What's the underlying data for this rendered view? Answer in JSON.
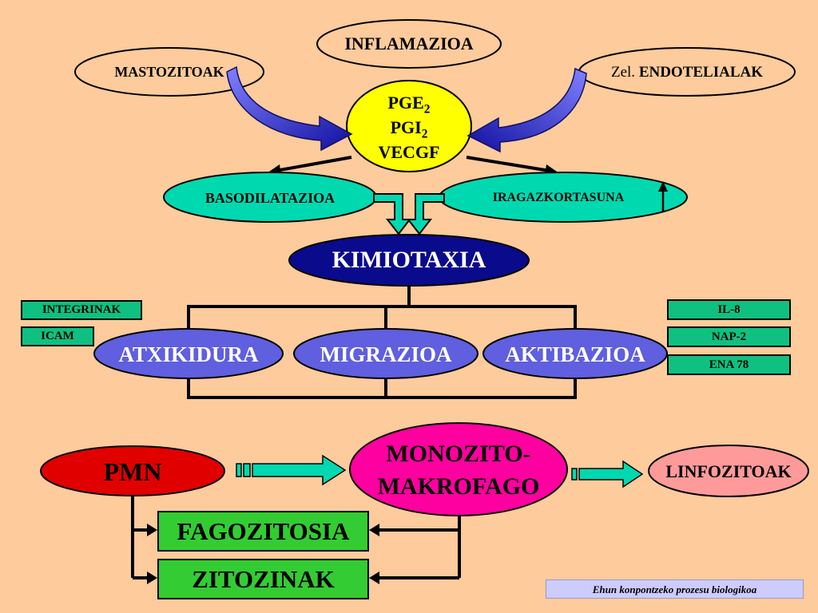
{
  "top": {
    "inflammation": "INFLAMAZIOA",
    "mast_cells": "MASTOZITOAK",
    "endothelial_prefix": "Zel.",
    "endothelial": "ENDOTELIALAK",
    "mediators": {
      "pge": "PGE",
      "pge_sub": "2",
      "pgi": "PGI",
      "pgi_sub": "2",
      "vecgf": "VECGF"
    },
    "vasodilation": "BASODILATAZIOA",
    "permeability": "IRAGAZKORTASUNA"
  },
  "middle": {
    "chemotaxis": "KIMIOTAXIA",
    "left_boxes": [
      "INTEGRINAK",
      "ICAM"
    ],
    "right_boxes": [
      "IL-8",
      "NAP-2",
      "ENA 78"
    ],
    "steps": [
      "ATXIKIDURA",
      "MIGRAZIOA",
      "AKTIBAZIOA"
    ]
  },
  "bottom": {
    "pmn": "PMN",
    "monocyte_line1": "MONOZITO-",
    "monocyte_line2": "MAKROFAGO",
    "lymphocytes": "LINFOZITOAK",
    "phagocytosis": "FAGOZITOSIA",
    "cytokines": "ZITOZINAK",
    "footer": "Ehun konpontzeko prozesu biologikoa"
  },
  "colors": {
    "background": "#FDCB9C",
    "yellow": "#FFFF00",
    "cyan": "#00D9B0",
    "navy": "#0A0A8C",
    "blue_oval": "#5F5FE0",
    "green_box": "#10C080",
    "red": "#E00000",
    "magenta": "#FF00A0",
    "pink": "#FF9A9A",
    "bright_green": "#33CC33",
    "arrow_blue": "#2020B0",
    "footer_bg": "#CCCCFF"
  }
}
